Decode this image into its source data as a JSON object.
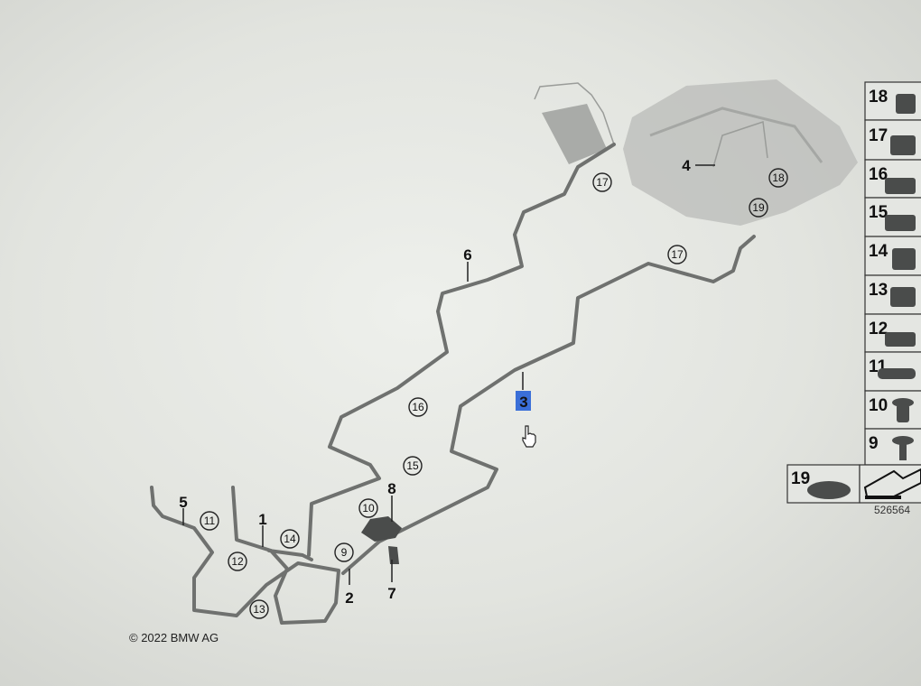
{
  "diagram": {
    "callouts_plain": [
      "1",
      "2",
      "3",
      "4",
      "5",
      "6",
      "7",
      "8"
    ],
    "callouts_circled": [
      "9",
      "10",
      "11",
      "12",
      "13",
      "14",
      "15",
      "16",
      "17",
      "18",
      "19"
    ],
    "selected_callout": "3",
    "copyright": "© 2022 BMW AG",
    "reference_number": "526564"
  },
  "parts_panel": {
    "items": [
      "18",
      "17",
      "16",
      "15",
      "14",
      "13",
      "12",
      "11",
      "10",
      "9"
    ],
    "bottom_item": "19"
  },
  "colors": {
    "selection": "#3a6fd8",
    "pipe": "#6f716f"
  }
}
